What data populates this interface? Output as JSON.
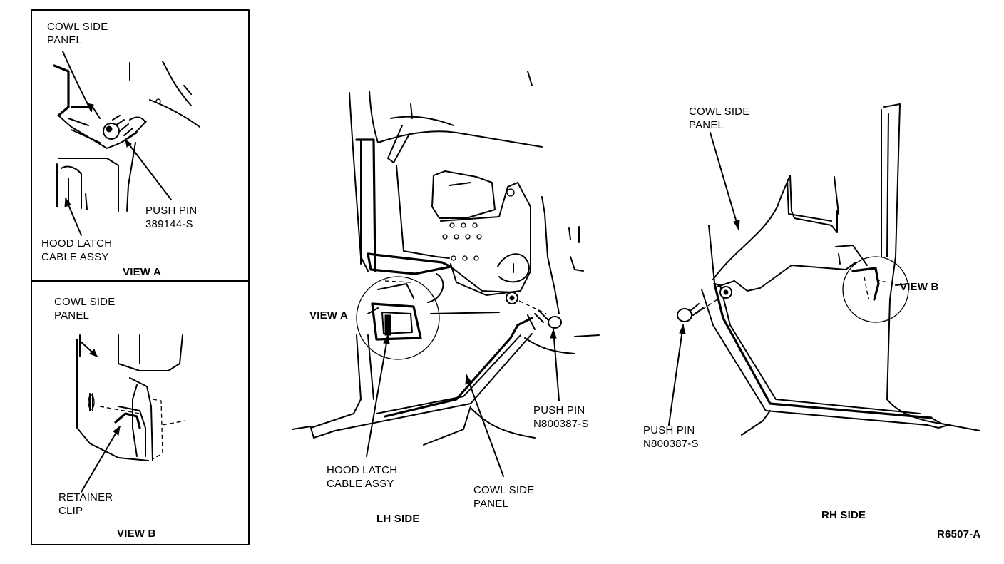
{
  "view_a": {
    "cowl_side_panel": [
      "COWL SIDE",
      "PANEL"
    ],
    "push_pin": [
      "PUSH PIN",
      "389144-S"
    ],
    "hood_latch_cable": [
      "HOOD LATCH",
      "CABLE ASSY"
    ],
    "title": "VIEW A"
  },
  "view_b": {
    "cowl_side_panel": [
      "COWL SIDE",
      "PANEL"
    ],
    "retainer_clip": [
      "RETAINER",
      "CLIP"
    ],
    "title": "VIEW B"
  },
  "lh_side": {
    "view_a_callout": "VIEW A",
    "push_pin": [
      "PUSH PIN",
      "N800387-S"
    ],
    "hood_latch_cable": [
      "HOOD LATCH",
      "CABLE ASSY"
    ],
    "cowl_side_panel": [
      "COWL SIDE",
      "PANEL"
    ],
    "title": "LH SIDE"
  },
  "rh_side": {
    "cowl_side_panel": [
      "COWL SIDE",
      "PANEL"
    ],
    "view_b_callout": "VIEW B",
    "push_pin": [
      "PUSH PIN",
      "N800387-S"
    ],
    "title": "RH SIDE"
  },
  "figure_code": "R6507-A"
}
